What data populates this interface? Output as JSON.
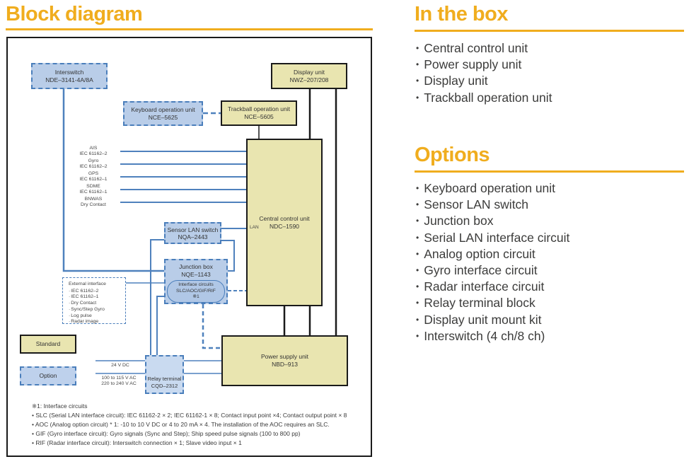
{
  "block_diagram": {
    "title": "Block diagram"
  },
  "in_the_box": {
    "title": "In the box",
    "items": [
      "Central control unit",
      "Power supply unit",
      "Display unit",
      "Trackball operation unit"
    ]
  },
  "options": {
    "title": "Options",
    "items": [
      "Keyboard operation unit",
      "Sensor LAN switch",
      "Junction box",
      "Serial LAN interface circuit",
      "Analog option circuit",
      "Gyro interface circuit",
      "Radar interface circuit",
      "Relay terminal block",
      "Display unit mount kit",
      "Interswitch (4 ch/8 ch)"
    ]
  },
  "diagram": {
    "boxes": {
      "interswitch": {
        "name": "Interswitch",
        "model": "NDE–3141-4A/8A"
      },
      "keyboard": {
        "name": "Keyboard operation unit",
        "model": "NCE–5625"
      },
      "trackball": {
        "name": "Trackball operation unit",
        "model": "NCE–5605"
      },
      "display": {
        "name": "Display unit",
        "model": "NWZ–207/208"
      },
      "central": {
        "name": "Central control unit",
        "model": "NDC–1590",
        "port_label": "LAN"
      },
      "sensor_lan": {
        "name": "Sensor LAN switch",
        "model": "NQA–2443"
      },
      "junction": {
        "name": "Junction box",
        "model": "NQE–1143"
      },
      "interface_circuits": {
        "line1": "Interface circuits",
        "line2": "SLC/AOC/GIF/RIF",
        "line3": "※1"
      },
      "relay": {
        "name": "Relay terminal",
        "model": "CQD–2312"
      },
      "power": {
        "name": "Power supply unit",
        "model": "NBD–913"
      }
    },
    "external_interface": {
      "title": "External interface",
      "items": [
        "IEC 61162–2",
        "IEC 61162–1",
        "Dry Contact",
        "Sync/Step Gyro",
        "Log pulse",
        "Radar image"
      ]
    },
    "signals": [
      {
        "name": "AIS",
        "std": "IEC 61162–2"
      },
      {
        "name": "Gyro",
        "std": "IEC 61162–2"
      },
      {
        "name": "GPS",
        "std": "IEC 61162–1"
      },
      {
        "name": "SDME",
        "std": "IEC 61162–1"
      },
      {
        "name": "BNWAS",
        "std": "Dry Contact"
      }
    ],
    "power_inputs": {
      "dc": "24 V DC",
      "ac1": "100 to 115 V AC",
      "ac2": "220 to 240 V AC"
    },
    "legend": {
      "standard": "Standard",
      "option": "Option"
    },
    "footnotes": [
      "※1: Interface circuits",
      "• SLC (Serial LAN interface circuit): IEC 61162-2 × 2; IEC 61162-1 × 8; Contact input point ×4; Contact output point × 8",
      "• AOC (Analog option circuit) * 1: -10 to 10 V DC or 4 to 20 mA × 4. The installation of the AOC requires an SLC.",
      "• GIF (Gyro interface circuit): Gyro signals (Sync and Step); Ship speed pulse signals (100 to 800 pp)",
      "• RIF (Radar interface circuit): Interswitch connection × 1; Slave video input × 1"
    ],
    "colors": {
      "accent_yellow": "#F0AD1E",
      "standard_fill": "#E9E5B0",
      "option_fill": "#B9CDE8",
      "option_border": "#4A7EBB",
      "line_blue": "#4F81BD",
      "line_black": "#1A1A1A"
    }
  }
}
